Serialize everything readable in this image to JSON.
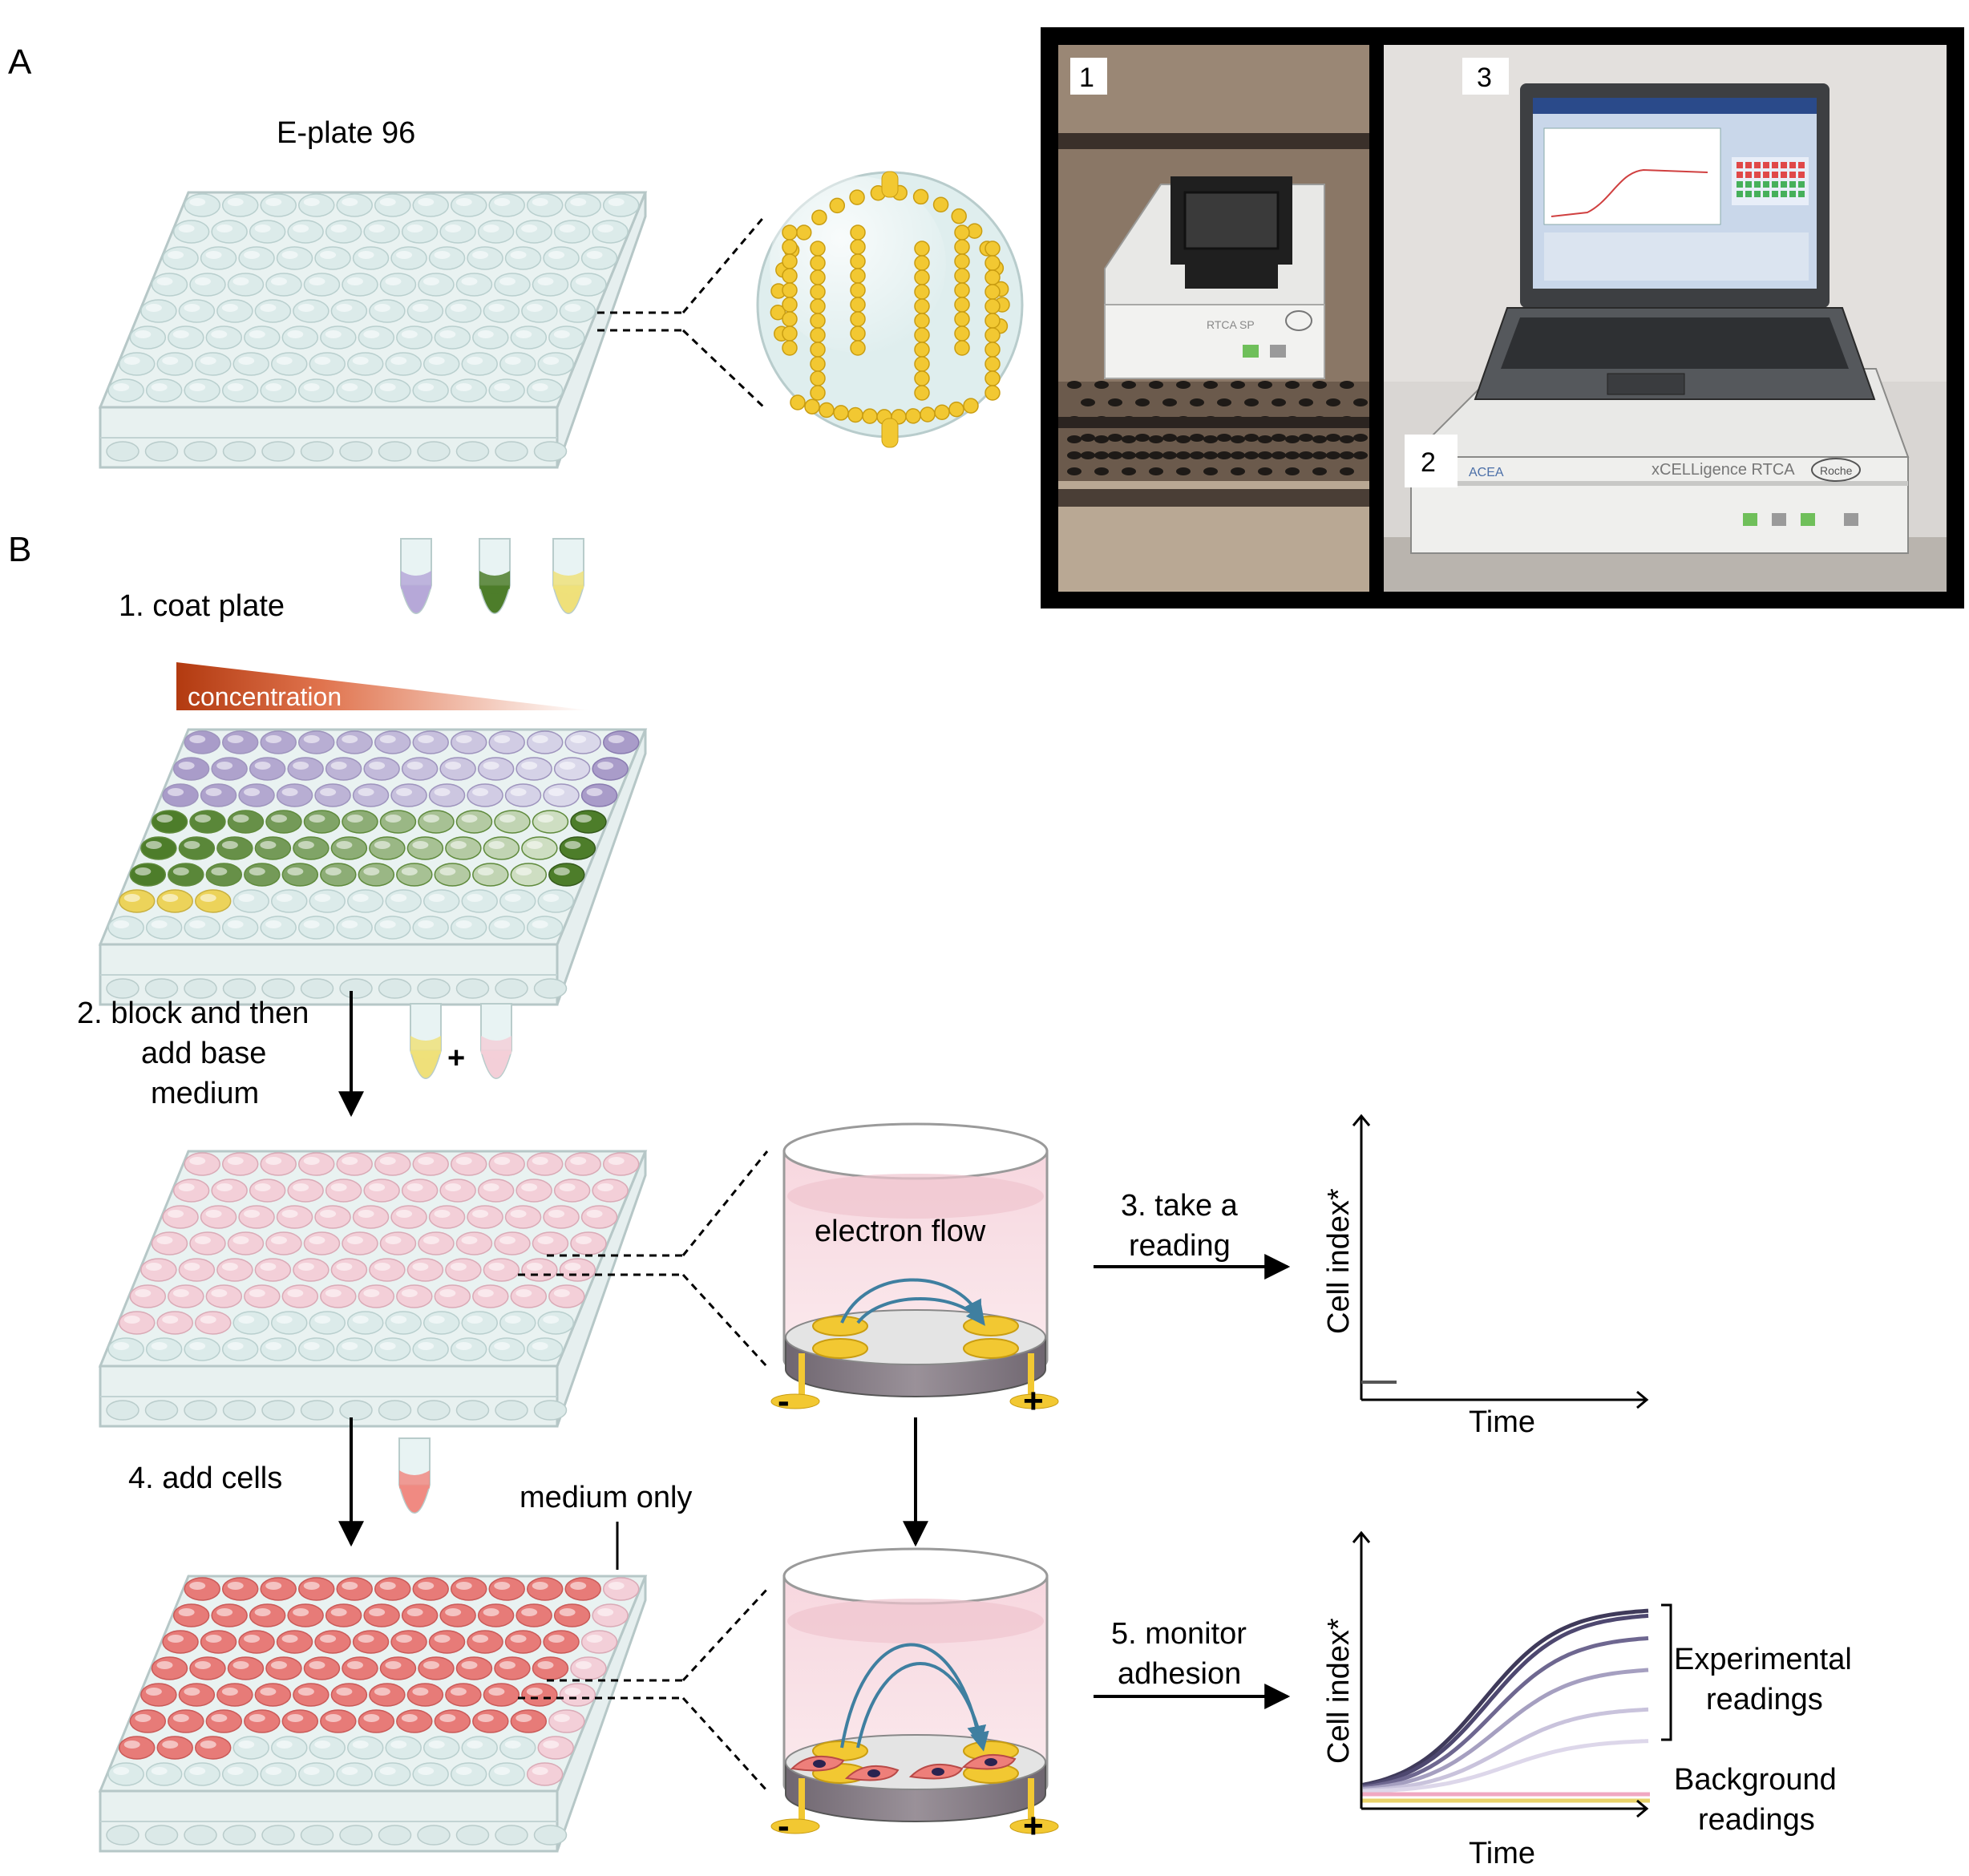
{
  "panels": {
    "a": "A",
    "b": "B"
  },
  "panel_a": {
    "plate_title": "E-plate 96",
    "photo_labels": [
      "1",
      "3",
      "2"
    ],
    "device_brand": "xCELLigence RTCA",
    "device_maker": "ACEA",
    "device_logo": "Roche",
    "station_model": "RTCA SP"
  },
  "steps": {
    "coat_plate": "1. coat plate",
    "gradient_label": "concentration",
    "block_line1": "2. block and then",
    "block_line2": "add base",
    "block_line3": "medium",
    "plus": "+",
    "take_reading_line1": "3. take a",
    "take_reading_line2": "reading",
    "add_cells": "4. add cells",
    "medium_only": "medium only",
    "monitor_line1": "5. monitor",
    "monitor_line2": "adhesion"
  },
  "electrode": {
    "flow_label": "electron flow",
    "minus": "-",
    "plus": "+"
  },
  "graphs": {
    "ylabel": "Cell index*",
    "xlabel": "Time",
    "experimental_line1": "Experimental",
    "experimental_line2": "readings",
    "background_line1": "Background",
    "background_line2": "readings"
  },
  "colors": {
    "plate": "#ddebea",
    "purple": "#a99cc9",
    "green": "#4d7d2a",
    "yellow": "#ecd35a",
    "pink": "#f3cfd8",
    "red": "#e77b78",
    "gold": "#f2c832",
    "gradient_dark": "#b23a10",
    "curve_dark": "#3f3a5a"
  }
}
